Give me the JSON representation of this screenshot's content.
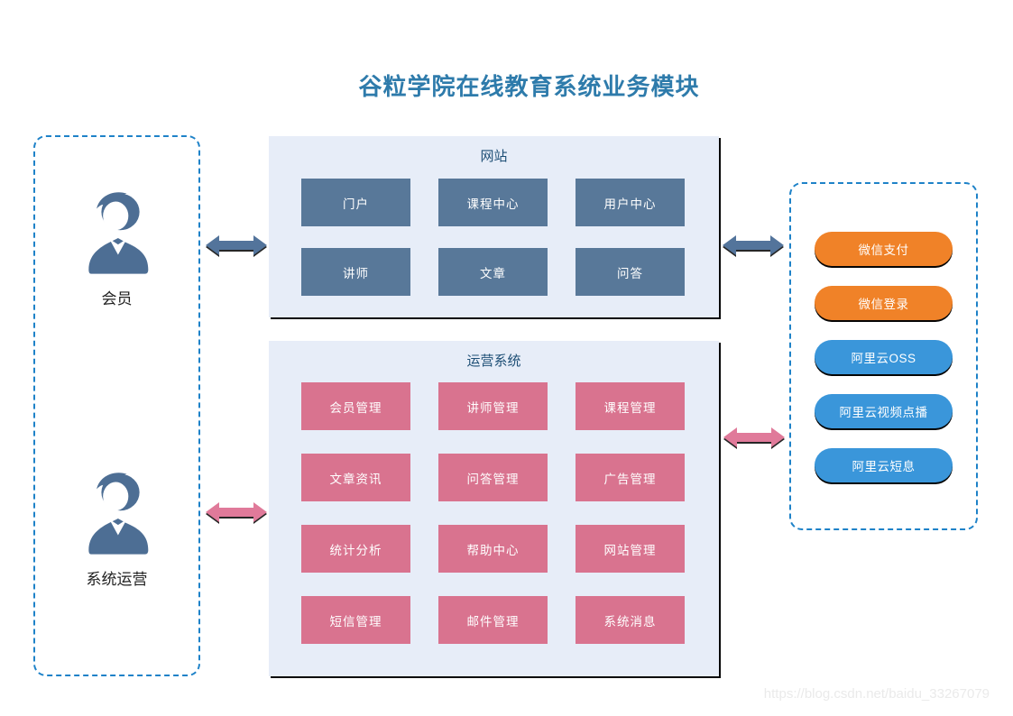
{
  "title": "谷粒学院在线教育系统业务模块",
  "actors": {
    "member": {
      "label": "会员"
    },
    "operator": {
      "label": "系统运营"
    }
  },
  "panels": {
    "website": {
      "title": "网站",
      "buttons": [
        "门户",
        "课程中心",
        "用户中心",
        "讲师",
        "文章",
        "问答"
      ]
    },
    "operations": {
      "title": "运营系统",
      "buttons": [
        "会员管理",
        "讲师管理",
        "课程管理",
        "文章资讯",
        "问答管理",
        "广告管理",
        "统计分析",
        "帮助中心",
        "网站管理",
        "短信管理",
        "邮件管理",
        "系统消息"
      ]
    }
  },
  "external_services": [
    {
      "label": "微信支付",
      "color": "#f08228"
    },
    {
      "label": "微信登录",
      "color": "#f08228"
    },
    {
      "label": "阿里云OSS",
      "color": "#3a96da"
    },
    {
      "label": "阿里云视频点播",
      "color": "#3a96da"
    },
    {
      "label": "阿里云短息",
      "color": "#3a96da"
    }
  ],
  "icons": {
    "member": "person-icon",
    "operator": "person-icon",
    "connectors": "double-headed-arrow-icon"
  },
  "colors": {
    "title_text": "#2e7bab",
    "panel_background": "#e7edf8",
    "website_module": "#587899",
    "operations_module": "#d9738f",
    "wechat_pill": "#f08228",
    "aliyun_pill": "#3a96da",
    "arrow_blue": "#53749b",
    "arrow_pink": "#e07a9a",
    "dashed_border": "#1e82c8",
    "person_icon": "#4d6e94"
  },
  "watermark": "https://blog.csdn.net/baidu_33267079"
}
